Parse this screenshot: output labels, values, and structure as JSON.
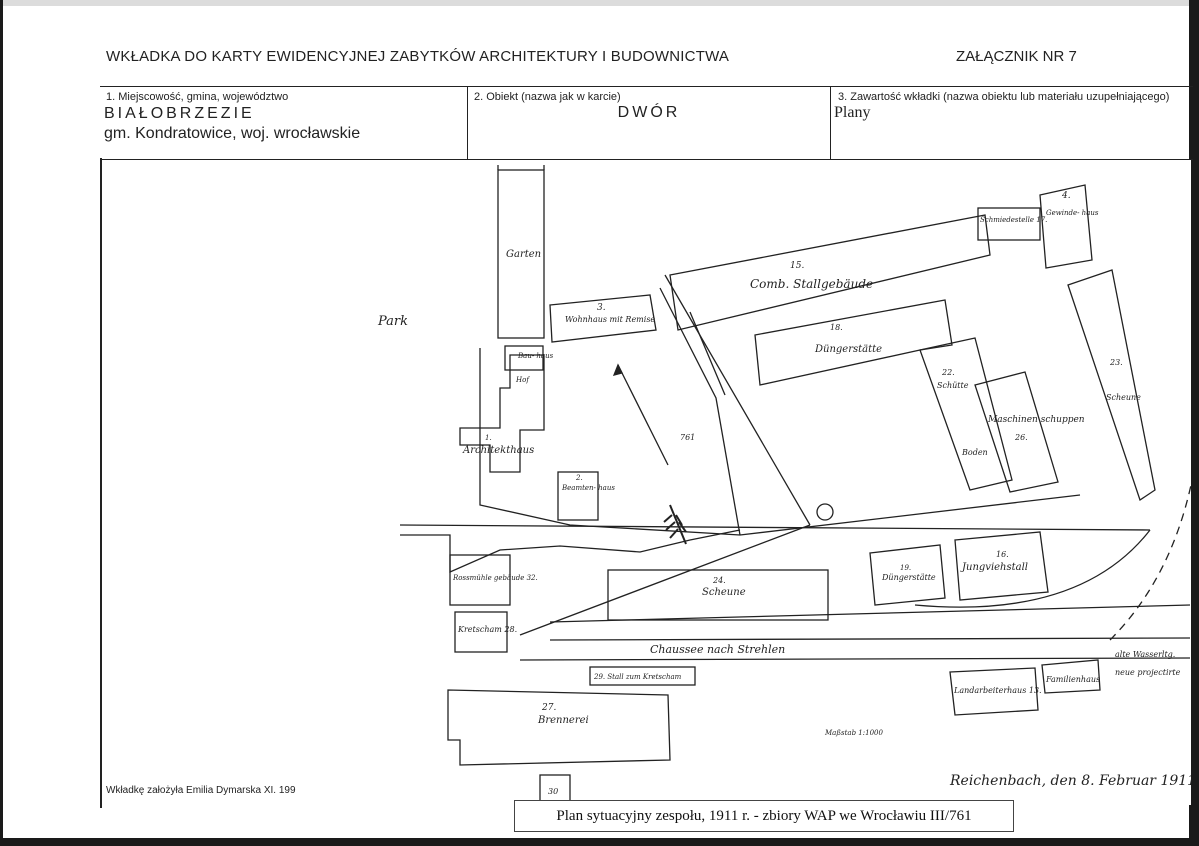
{
  "header": {
    "title": "WKŁADKA DO KARTY EWIDENCYJNEJ ZABYTKÓW ARCHITEKTURY I BUDOWNICTWA",
    "attachment": "ZAŁĄCZNIK NR 7"
  },
  "fields": {
    "location": {
      "label": "1. Miejscowość, gmina, województwo",
      "name": "BIAŁOBRZEZIE",
      "detail": "gm. Kondratowice, woj. wrocławskie"
    },
    "object": {
      "label": "2. Obiekt (nazwa jak w karcie)",
      "name": "DWÓR"
    },
    "content": {
      "label": "3. Zawartość wkładki (nazwa obiektu lub materiału uzupełniającego)",
      "name": "Plany"
    }
  },
  "author": "Wkładkę założyła Emilia Dymarska XI. 199",
  "caption": "Plan sytuacyjny zespołu, 1911 r. - zbiory WAP we Wrocławiu III/761",
  "map": {
    "labels": {
      "park": "Park",
      "garten": "Garten",
      "wohnhaus_num": "3.",
      "wohnhaus": "Wohnhaus mit Remise",
      "stallgebaeude_num": "15.",
      "stallgebaeude": "Comb. Stallgebäude",
      "duengerstaette_num": "18.",
      "duengerstaette": "Düngerstätte",
      "schmiede": "Schmiedestelle 17.",
      "gewinde_num": "4.",
      "gewinde": "Gewinde- haus",
      "scheune23_num": "23.",
      "scheune23": "Scheune",
      "schuette_num": "22.",
      "schuette": "Schütte",
      "maschinen": "Maschinen schuppen",
      "schuppen_num": "26.",
      "boden": "Boden",
      "architekthaus_num": "1.",
      "architekthaus": "Architekthaus",
      "beamtenhaus_num": "2.",
      "beamtenhaus": "Beamten- haus",
      "hof": "Hof",
      "bauhaus": "Bau- haus",
      "map_num": "761",
      "scheune24_num": "24.",
      "scheune24": "Scheune",
      "duengerstaette19_num": "19.",
      "duengerstaette19": "Düngerstätte",
      "jungviehstall_num": "16.",
      "jungviehstall": "Jungviehstall",
      "rossmuehle": "Rossmühle gebäude 32.",
      "kretscham": "Kretscham 28.",
      "chaussee": "Chaussee nach Strehlen",
      "stall": "29. Stall zum Kretscham",
      "brennerei_num": "27.",
      "brennerei": "Brennerei",
      "landarbeiter": "Landarbeiterhaus 13.",
      "familienhaus": "Familienhaus",
      "alte_wasserl": "alte Wasserltg.",
      "neue": "neue projectirte",
      "massstab": "Maßstab 1:1000",
      "signature": "Reichenbach, den 8. Februar 1911.",
      "box30": "30"
    }
  }
}
